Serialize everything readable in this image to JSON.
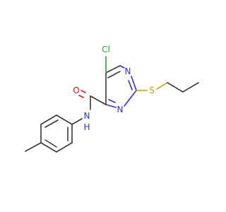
{
  "atoms": {
    "cl": {
      "label": "Cl",
      "color": "#2ea52e"
    },
    "n1": {
      "label": "N",
      "color": "#2c2cf0"
    },
    "n3": {
      "label": "N",
      "color": "#2c2cf0"
    },
    "o": {
      "label": "O",
      "color": "#e8160c"
    },
    "nh": {
      "label": "N",
      "color": "#2c2cf0"
    },
    "h": {
      "label": "H",
      "color": "#2c2cf0"
    },
    "s": {
      "label": "S",
      "color": "#b8a200"
    }
  }
}
